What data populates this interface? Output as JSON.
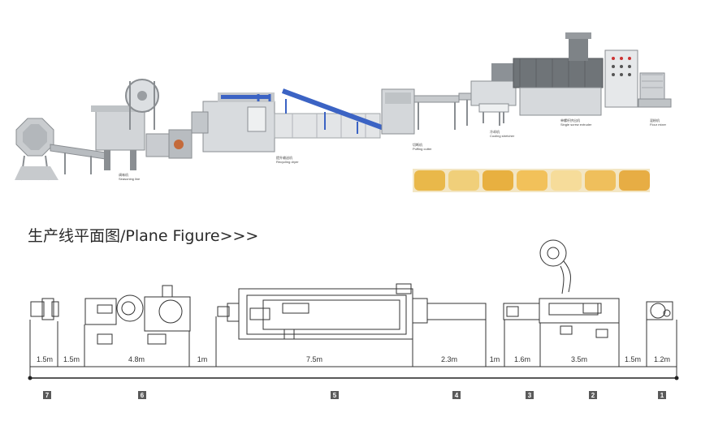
{
  "photo_section": {
    "machine_labels": [
      {
        "cn": "调味机",
        "en": "Seasoning line"
      },
      {
        "cn": "提升输送机",
        "en": "Recycling dryer"
      },
      {
        "cn": "切断机",
        "en": "Puffing cutter"
      },
      {
        "cn": "冷却机",
        "en": "Cooling stretcher"
      },
      {
        "cn": "单螺杆挤出机",
        "en": "Single screw extruder"
      },
      {
        "cn": "混粉机",
        "en": "Flour mixer"
      }
    ]
  },
  "plan": {
    "heading": "生产线平面图/Plane Figure>>>",
    "dimensions": [
      "1.5m",
      "1.5m",
      "4.8m",
      "1m",
      "7.5m",
      "2.3m",
      "1m",
      "1.6m",
      "3.5m",
      "1.5m",
      "1.2m"
    ],
    "station_numbers": [
      "7",
      "6",
      "5",
      "4",
      "3",
      "2",
      "1"
    ]
  },
  "colors": {
    "machine_steel": "#cfd2d5",
    "machine_dark": "#6f7478",
    "conveyor_blue": "#3b63c4",
    "snack_yellow": "#e9b84a",
    "line": "#222222"
  }
}
